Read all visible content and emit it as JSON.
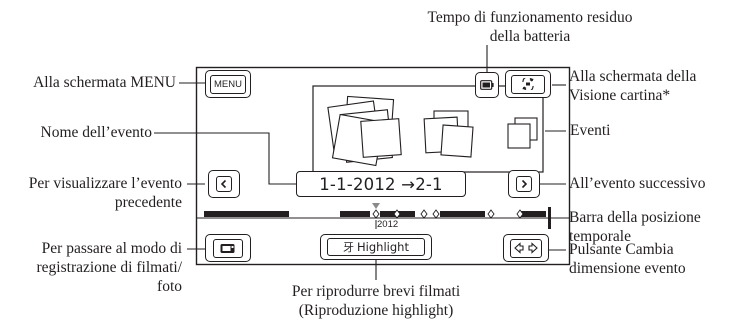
{
  "screen": {
    "menu_button": "MENU",
    "date_range": "1-1-2012 →2-1",
    "timeline_year": "2012",
    "highlight_button": "Highlight",
    "highlight_glyph": "牙",
    "icons": {
      "battery": "battery-icon",
      "map_view": "map-view-icon",
      "prev": "chevron-left-icon",
      "next": "chevron-right-icon",
      "record_mode": "camera-icon",
      "resize": "resize-arrows-icon"
    }
  },
  "callouts": {
    "battery_l1": "Tempo di funzionamento residuo",
    "battery_l2": "della batteria",
    "menu": "Alla schermata MENU",
    "map_l1": "Alla schermata della",
    "map_l2": "Visione cartina*",
    "event_name": "Nome dell’evento",
    "events": "Eventi",
    "prev_l1": "Per visualizzare l’evento",
    "prev_l2": "precedente",
    "next": "All’evento successivo",
    "bar_l1": "Barra della posizione",
    "bar_l2": "temporale",
    "rec_l1": "Per passare al modo di",
    "rec_l2": "registrazione di filmati/",
    "rec_l3": "foto",
    "resize_l1": "Pulsante Cambia",
    "resize_l2": "dimensione evento",
    "highlight_l1": "Per riprodurre brevi filmati",
    "highlight_l2": "(Riproduzione highlight)"
  }
}
